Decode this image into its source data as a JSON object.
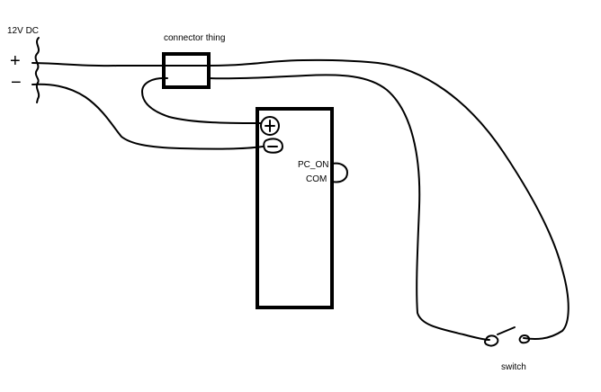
{
  "labels": {
    "power_source": "12V DC",
    "connector": "connector thing",
    "pc_on": "PC_ON",
    "com": "COM",
    "switch": "switch"
  },
  "glyphs": {
    "plus": "+",
    "minus": "−"
  },
  "colors": {
    "background": "#ffffff",
    "ink": "#000000"
  }
}
